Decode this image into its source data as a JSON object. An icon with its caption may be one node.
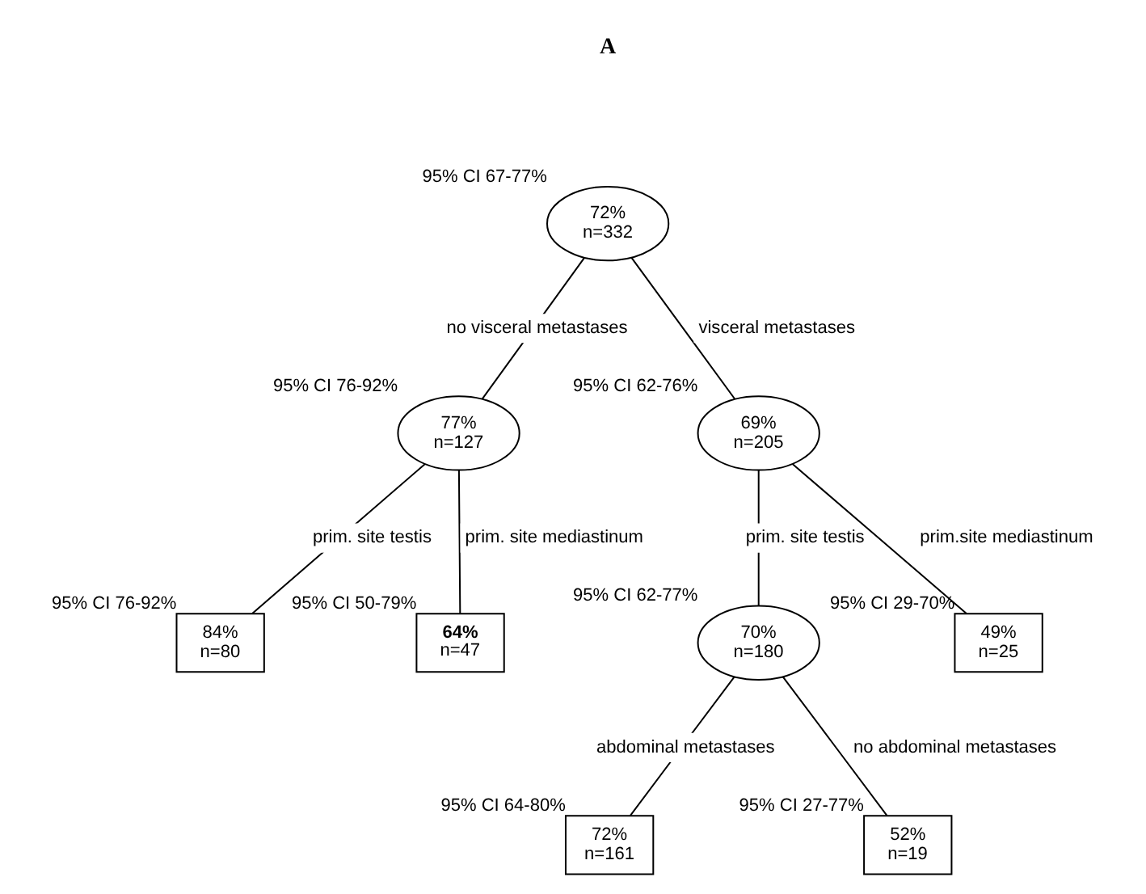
{
  "diagram": {
    "nodes": [
      {
        "text": [
          "72%",
          "n=332"
        ],
        "beside": [
          "95% CI 67-77%"
        ]
      },
      {
        "text": [
          "77%",
          "n=127"
        ],
        "beside": [
          "95% CI 76-92%"
        ]
      },
      {
        "text": [
          "69%",
          "n=205"
        ],
        "beside": [
          "95% CI 62-76%"
        ]
      },
      {
        "text": [
          "84%",
          "n=80"
        ],
        "beside": [
          "95% CI 76-92%"
        ]
      },
      {
        "text": [
          "64%",
          "n=47"
        ],
        "beside": [
          "95% CI 50-79%"
        ]
      },
      {
        "text": [
          "70%",
          "n=180"
        ],
        "beside": [
          "95% CI 62-77%"
        ]
      },
      {
        "text": [
          "49%",
          "n=25"
        ],
        "beside": [
          "95% CI 29-70%"
        ]
      },
      {
        "text": [
          "72%",
          "n=161"
        ],
        "beside": [
          "95% CI 64-80%"
        ]
      },
      {
        "text": [
          "52%",
          "n=19"
        ],
        "beside": [
          "95% CI 27-77%"
        ]
      }
    ],
    "edges": [
      {
        "from": 0,
        "to": 1,
        "arrow": "none",
        "label": "no visceral metastases"
      },
      {
        "from": 0,
        "to": 2,
        "arrow": "none",
        "label": "visceral metastases"
      },
      {
        "from": 1,
        "to": 3,
        "arrow": "none",
        "label": "prim. site testis"
      },
      {
        "from": 1,
        "to": 4,
        "arrow": "none",
        "label": "prim. site mediastinum"
      },
      {
        "from": 2,
        "to": 5,
        "arrow": "none",
        "label": "prim. site testis"
      },
      {
        "from": 2,
        "to": 6,
        "arrow": "none",
        "label": "prim.site mediastinum"
      },
      {
        "from": 5,
        "to": 7,
        "arrow": "none",
        "label": "abdominal metastases"
      },
      {
        "from": 5,
        "to": 8,
        "arrow": "none",
        "label": "no abdominal metastases"
      }
    ],
    "labels": [
      "A"
    ]
  }
}
